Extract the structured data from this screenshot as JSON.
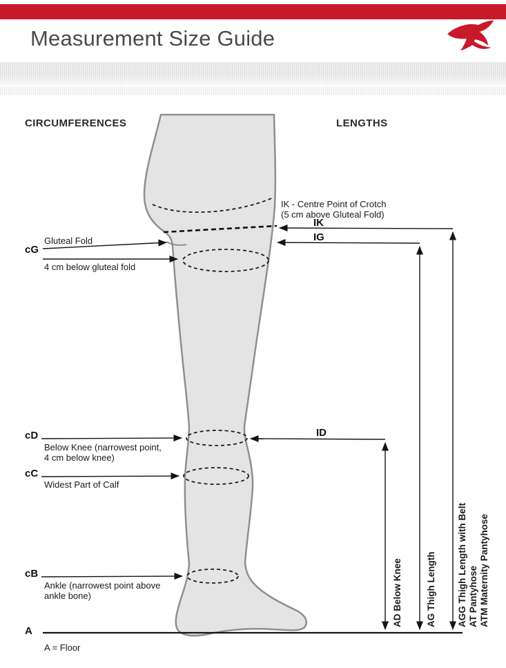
{
  "page": {
    "title": "Measurement Size Guide"
  },
  "headings": {
    "circumferences": "CIRCUMFERENCES",
    "lengths": "LENGTHS"
  },
  "circumferences": {
    "cg": {
      "code": "cG",
      "line1": "Gluteal Fold",
      "line2": "4 cm below gluteal fold"
    },
    "cd": {
      "code": "cD",
      "label": "Below Knee (narrowest point, 4 cm below knee)"
    },
    "cc": {
      "code": "cC",
      "label": "Widest Part of Calf"
    },
    "cb": {
      "code": "cB",
      "label": "Ankle (narrowest point above ankle bone)"
    },
    "a": {
      "code": "A",
      "label": "A = Floor"
    }
  },
  "lengths": {
    "ik_note": {
      "line1": "IK - Centre Point of Crotch",
      "line2": "(5 cm above Gluteal Fold)"
    },
    "ik": "IK",
    "ig": "IG",
    "id": "ID",
    "vertical_labels": {
      "ad": "AD Below Knee",
      "ag": "AG Thigh Length",
      "agg": "AGG Thigh Length with Belt",
      "at": "AT Pantyhose",
      "atm": "ATM Maternity Pantyhose"
    }
  },
  "icons": {
    "logo": "swallow-bird-logo"
  },
  "colors": {
    "brand_red": "#c8192b",
    "leg_fill": "#e4e4e4",
    "leg_outline": "#8f8f8f",
    "line": "#141414",
    "title_gray": "#4a4a4a"
  }
}
